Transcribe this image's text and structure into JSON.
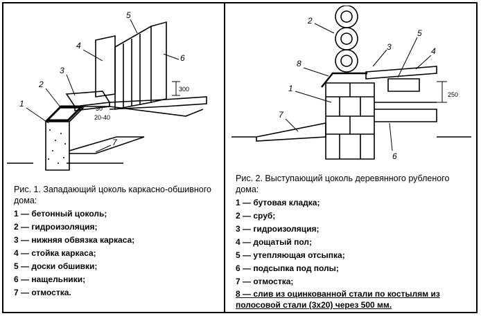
{
  "fig1": {
    "callouts": [
      "1",
      "2",
      "3",
      "4",
      "5",
      "6",
      "7"
    ],
    "dims": [
      "300",
      "30",
      "20-40"
    ],
    "caption_title": "Рис. 1. Западающий цоколь каркасно-обшивного дома:",
    "legend": [
      "1 — бетонный цоколь;",
      "2 — гидроизоляция;",
      "3 — нижняя обвязка каркаса;",
      "4 — стойка каркаса;",
      "5 — доски обшивки;",
      "6 — нащельники;",
      "7 — отмостка."
    ]
  },
  "fig2": {
    "callouts": [
      "2",
      "3",
      "4",
      "5",
      "6",
      "7",
      "8",
      "1"
    ],
    "dims": [
      "250"
    ],
    "caption_title": "Рис. 2. Выступающий цоколь деревянного рубленого дома:",
    "legend": [
      "1 — бутовая кладка;",
      "2 — сруб;",
      "3 — гидроизоляция;",
      "4 — дощатый пол;",
      "5 — утепляющая отсыпка;",
      "6 — подсыпка под полы;",
      "7 — отмостка;",
      "8 — слив из оцинкованной стали по костылям из полосовой стали (3х20) через 500 мм."
    ]
  }
}
